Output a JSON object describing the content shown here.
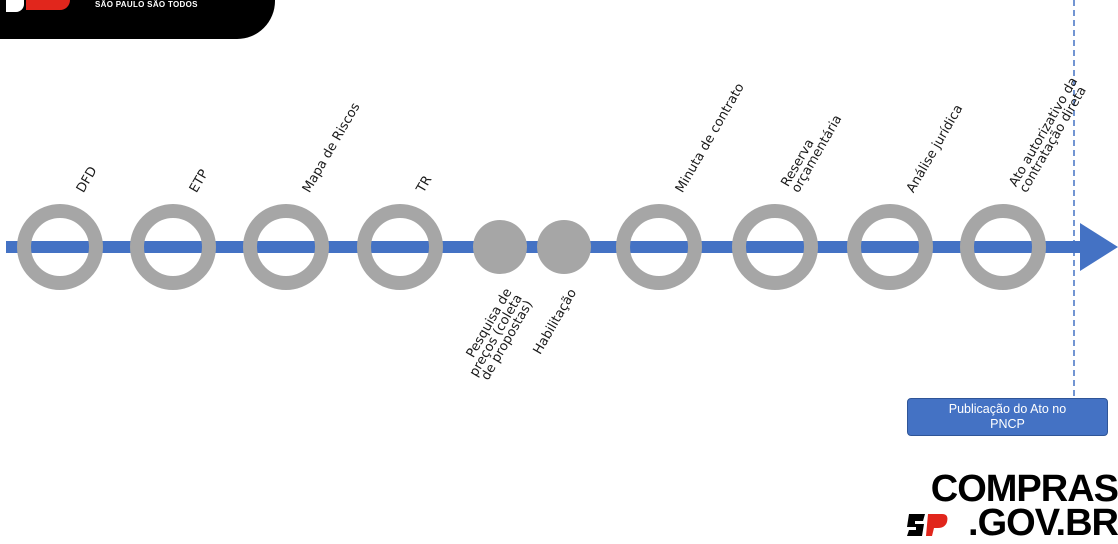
{
  "header": {
    "tagline": "SÃO PAULO SÃO TODOS"
  },
  "timeline": {
    "colors": {
      "line": "#4472c4",
      "node": "#a6a6a6",
      "divider": "#4472c4"
    },
    "steps": [
      {
        "id": "dfd",
        "label": "DFD",
        "kind": "ring",
        "label_side": "above"
      },
      {
        "id": "etp",
        "label": "ETP",
        "kind": "ring",
        "label_side": "above"
      },
      {
        "id": "mapa",
        "label": "Mapa de Riscos",
        "kind": "ring",
        "label_side": "above"
      },
      {
        "id": "tr",
        "label": "TR",
        "kind": "ring",
        "label_side": "above"
      },
      {
        "id": "pesquisa",
        "label_lines": [
          "Pesquisa de",
          "preços (coleta",
          "de propostas)"
        ],
        "kind": "dot",
        "label_side": "below"
      },
      {
        "id": "habilitacao",
        "label": "Habilitação",
        "kind": "dot",
        "label_side": "below"
      },
      {
        "id": "minuta",
        "label": "Minuta de contrato",
        "kind": "ring",
        "label_side": "above"
      },
      {
        "id": "reserva",
        "label_lines": [
          "Reserva",
          "orçamentária"
        ],
        "kind": "ring",
        "label_side": "above"
      },
      {
        "id": "analise",
        "label": "Análise jurídica",
        "kind": "ring",
        "label_side": "above"
      },
      {
        "id": "ato",
        "label_lines": [
          "Ato autorizativo da",
          "contratação direta"
        ],
        "kind": "ring",
        "label_side": "above"
      }
    ]
  },
  "publication": {
    "lines": [
      "Publicação do Ato no",
      "PNCP"
    ]
  },
  "logo": {
    "line1": "COMPRAS",
    "line2": ".GOV.BR"
  }
}
